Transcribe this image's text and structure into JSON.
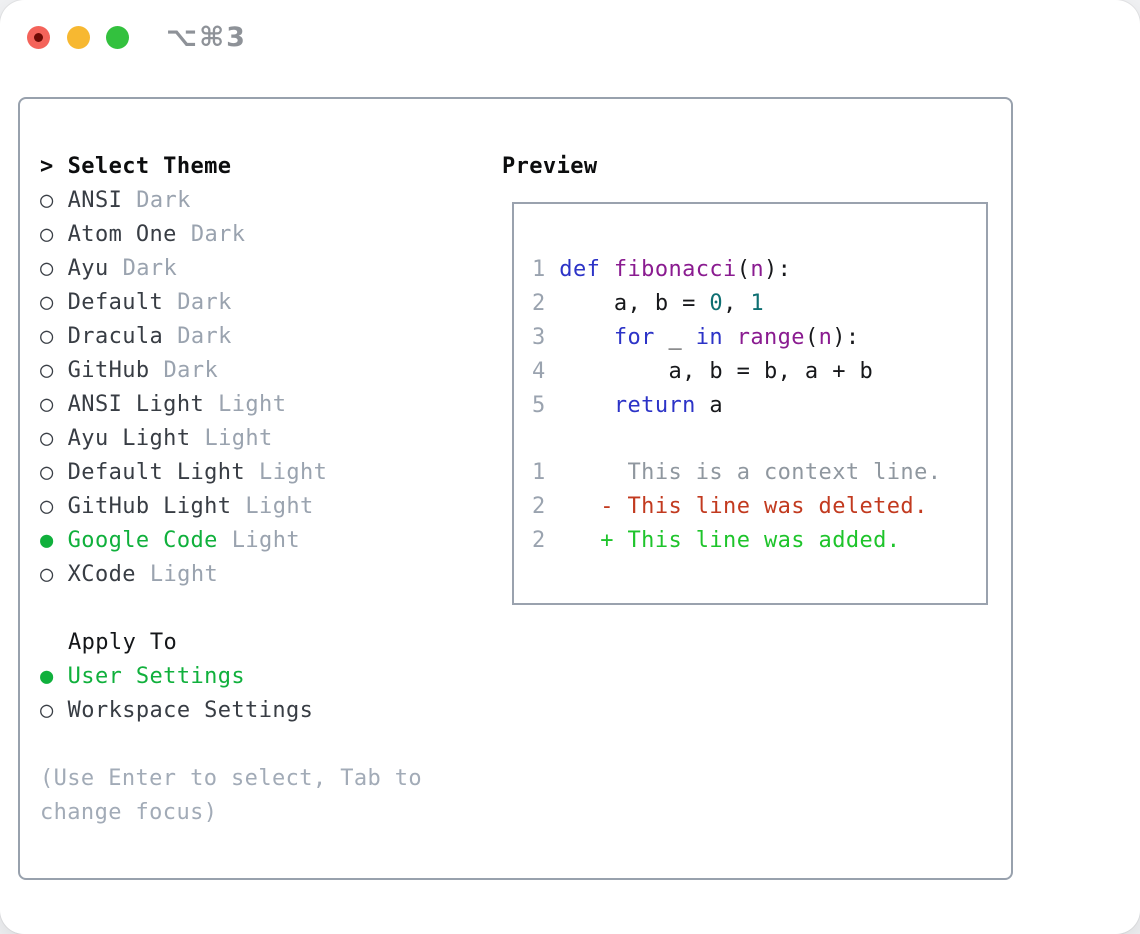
{
  "window": {
    "shortcut_label": "⌥⌘3"
  },
  "colors": {
    "accent_green": "#10b03c",
    "keyword_blue": "#2c33c7",
    "function_purple": "#8a1b90",
    "number_teal": "#0e6f72",
    "deleted_red": "#c23a1f",
    "added_green": "#1ec42b",
    "muted_gray": "#9aa3af",
    "panel_border": "#98a1ad",
    "traffic_red": "#f4635a",
    "traffic_yellow": "#f7b831",
    "traffic_green": "#33c13e"
  },
  "sidebar": {
    "prompt": ">",
    "title": "Select Theme",
    "themes": [
      {
        "bullet": "○",
        "name": "ANSI",
        "variant": "Dark",
        "selected": false
      },
      {
        "bullet": "○",
        "name": "Atom One",
        "variant": "Dark",
        "selected": false
      },
      {
        "bullet": "○",
        "name": "Ayu",
        "variant": "Dark",
        "selected": false
      },
      {
        "bullet": "○",
        "name": "Default",
        "variant": "Dark",
        "selected": false
      },
      {
        "bullet": "○",
        "name": "Dracula",
        "variant": "Dark",
        "selected": false
      },
      {
        "bullet": "○",
        "name": "GitHub",
        "variant": "Dark",
        "selected": false
      },
      {
        "bullet": "○",
        "name": "ANSI Light",
        "variant": "Light",
        "selected": false
      },
      {
        "bullet": "○",
        "name": "Ayu Light",
        "variant": "Light",
        "selected": false
      },
      {
        "bullet": "○",
        "name": "Default Light",
        "variant": "Light",
        "selected": false
      },
      {
        "bullet": "○",
        "name": "GitHub Light",
        "variant": "Light",
        "selected": false
      },
      {
        "bullet": "●",
        "name": "Google Code",
        "variant": "Light",
        "selected": true
      },
      {
        "bullet": "○",
        "name": "XCode",
        "variant": "Light",
        "selected": false
      }
    ],
    "apply_to": {
      "title": "Apply To",
      "options": [
        {
          "bullet": "●",
          "name": "User Settings",
          "selected": true
        },
        {
          "bullet": "○",
          "name": "Workspace Settings",
          "selected": false
        }
      ]
    },
    "hint": {
      "line1": "(Use Enter to select, Tab to",
      "line2": "change focus)"
    }
  },
  "preview": {
    "title": "Preview",
    "code_lines": [
      {
        "segs": [
          {
            "c": "ln",
            "t": "1 "
          },
          {
            "c": "k",
            "t": "def "
          },
          {
            "c": "f",
            "t": "fibonacci"
          },
          {
            "c": "pl",
            "t": "("
          },
          {
            "c": "f",
            "t": "n"
          },
          {
            "c": "pl",
            "t": "):"
          }
        ]
      },
      {
        "segs": [
          {
            "c": "ln",
            "t": "2 "
          },
          {
            "c": "pl",
            "t": "    a, b = "
          },
          {
            "c": "nu",
            "t": "0"
          },
          {
            "c": "pl",
            "t": ", "
          },
          {
            "c": "nu",
            "t": "1"
          }
        ]
      },
      {
        "segs": [
          {
            "c": "ln",
            "t": "3 "
          },
          {
            "c": "pl",
            "t": "    "
          },
          {
            "c": "k",
            "t": "for"
          },
          {
            "c": "pl",
            "t": " _ "
          },
          {
            "c": "k",
            "t": "in"
          },
          {
            "c": "pl",
            "t": " "
          },
          {
            "c": "f",
            "t": "range"
          },
          {
            "c": "pl",
            "t": "("
          },
          {
            "c": "f",
            "t": "n"
          },
          {
            "c": "pl",
            "t": "):"
          }
        ]
      },
      {
        "segs": [
          {
            "c": "ln",
            "t": "4 "
          },
          {
            "c": "pl",
            "t": "        a, b = b, a + b"
          }
        ]
      },
      {
        "segs": [
          {
            "c": "ln",
            "t": "5 "
          },
          {
            "c": "pl",
            "t": "    "
          },
          {
            "c": "k",
            "t": "return"
          },
          {
            "c": "pl",
            "t": " a"
          }
        ]
      }
    ],
    "diff_lines": [
      {
        "segs": [
          {
            "c": "ln",
            "t": "1"
          },
          {
            "c": "ctx",
            "t": "      This is a context line."
          }
        ]
      },
      {
        "segs": [
          {
            "c": "ln",
            "t": "2"
          },
          {
            "c": "del",
            "t": "    - This line was deleted."
          }
        ]
      },
      {
        "segs": [
          {
            "c": "ln",
            "t": "2"
          },
          {
            "c": "add",
            "t": "    + This line was added."
          }
        ]
      }
    ]
  }
}
